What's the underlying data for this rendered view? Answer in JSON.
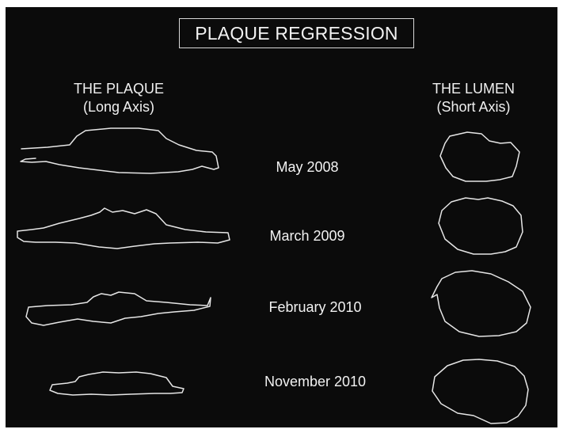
{
  "title": "PLAQUE REGRESSION",
  "columns": {
    "plaque": {
      "line1": "THE PLAQUE",
      "line2": "(Long Axis)"
    },
    "lumen": {
      "line1": "THE LUMEN",
      "line2": "(Short Axis)"
    }
  },
  "timepoints": [
    {
      "label": "May 2008"
    },
    {
      "label": "March 2009"
    },
    {
      "label": "February 2010"
    },
    {
      "label": "November 2010"
    }
  ],
  "colors": {
    "background": "#0b0b0b",
    "outline": "#e6e6e6",
    "text": "#f2f2f2"
  }
}
